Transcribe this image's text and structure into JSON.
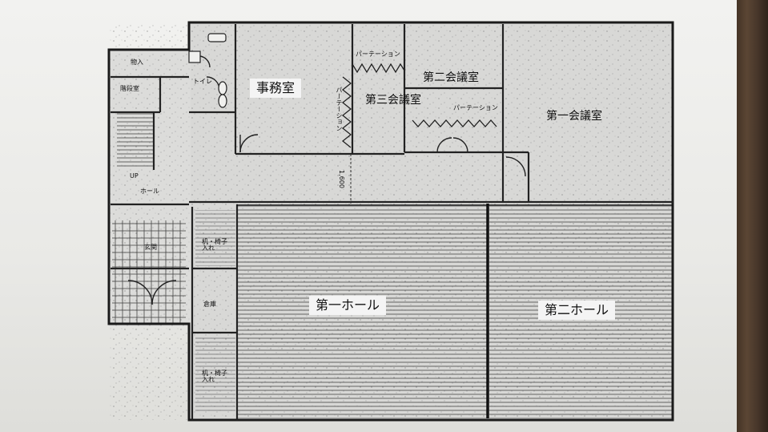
{
  "plan": {
    "rooms": {
      "office": "事務室",
      "meeting1": "第一会議室",
      "meeting2": "第二会議室",
      "meeting3": "第三会議室",
      "hall1": "第一ホール",
      "hall2": "第二ホール",
      "toilet": "トイレ",
      "storage": "物入",
      "stairs_room": "階段室",
      "hall_corridor": "ホール",
      "up": "UP",
      "entrance": "玄関",
      "warehouse": "倉庫",
      "storage_a": "机・椅子入れ",
      "storage_b": "机・椅子入れ"
    },
    "partitions": {
      "p1": "パーテーション",
      "p2": "パーテーション",
      "p3": "パーテーション"
    },
    "dimension": "1,600"
  }
}
